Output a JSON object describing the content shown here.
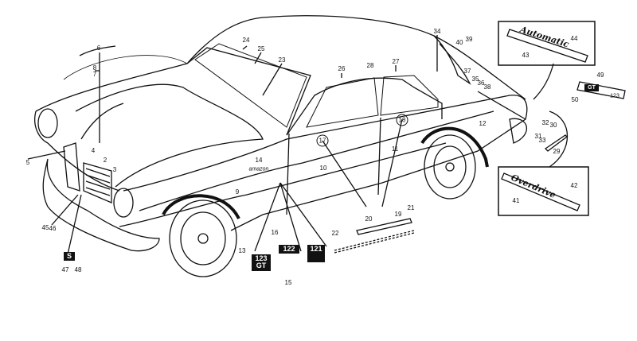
{
  "diagram": {
    "labels": [
      "2",
      "3",
      "4",
      "5",
      "6",
      "7",
      "8",
      "9",
      "10",
      "11",
      "12",
      "13",
      "14",
      "15",
      "16",
      "17",
      "18",
      "19",
      "20",
      "21",
      "22",
      "23",
      "24",
      "25",
      "26",
      "27",
      "28",
      "29",
      "30",
      "31",
      "32",
      "33",
      "34",
      "35",
      "36",
      "37",
      "38",
      "39",
      "40",
      "41",
      "42",
      "43",
      "44",
      "45",
      "46",
      "47",
      "48",
      "49",
      "50"
    ],
    "badges": {
      "automatic": "Automatic",
      "overdrive": "Overdrive"
    },
    "emblems": {
      "gt_top": "123",
      "gt_bottom": "GT",
      "e122": "122",
      "e121": "121",
      "grille_s": "S",
      "side_script": "amazon",
      "rear_gt": "GT",
      "rear_123": "123"
    }
  }
}
